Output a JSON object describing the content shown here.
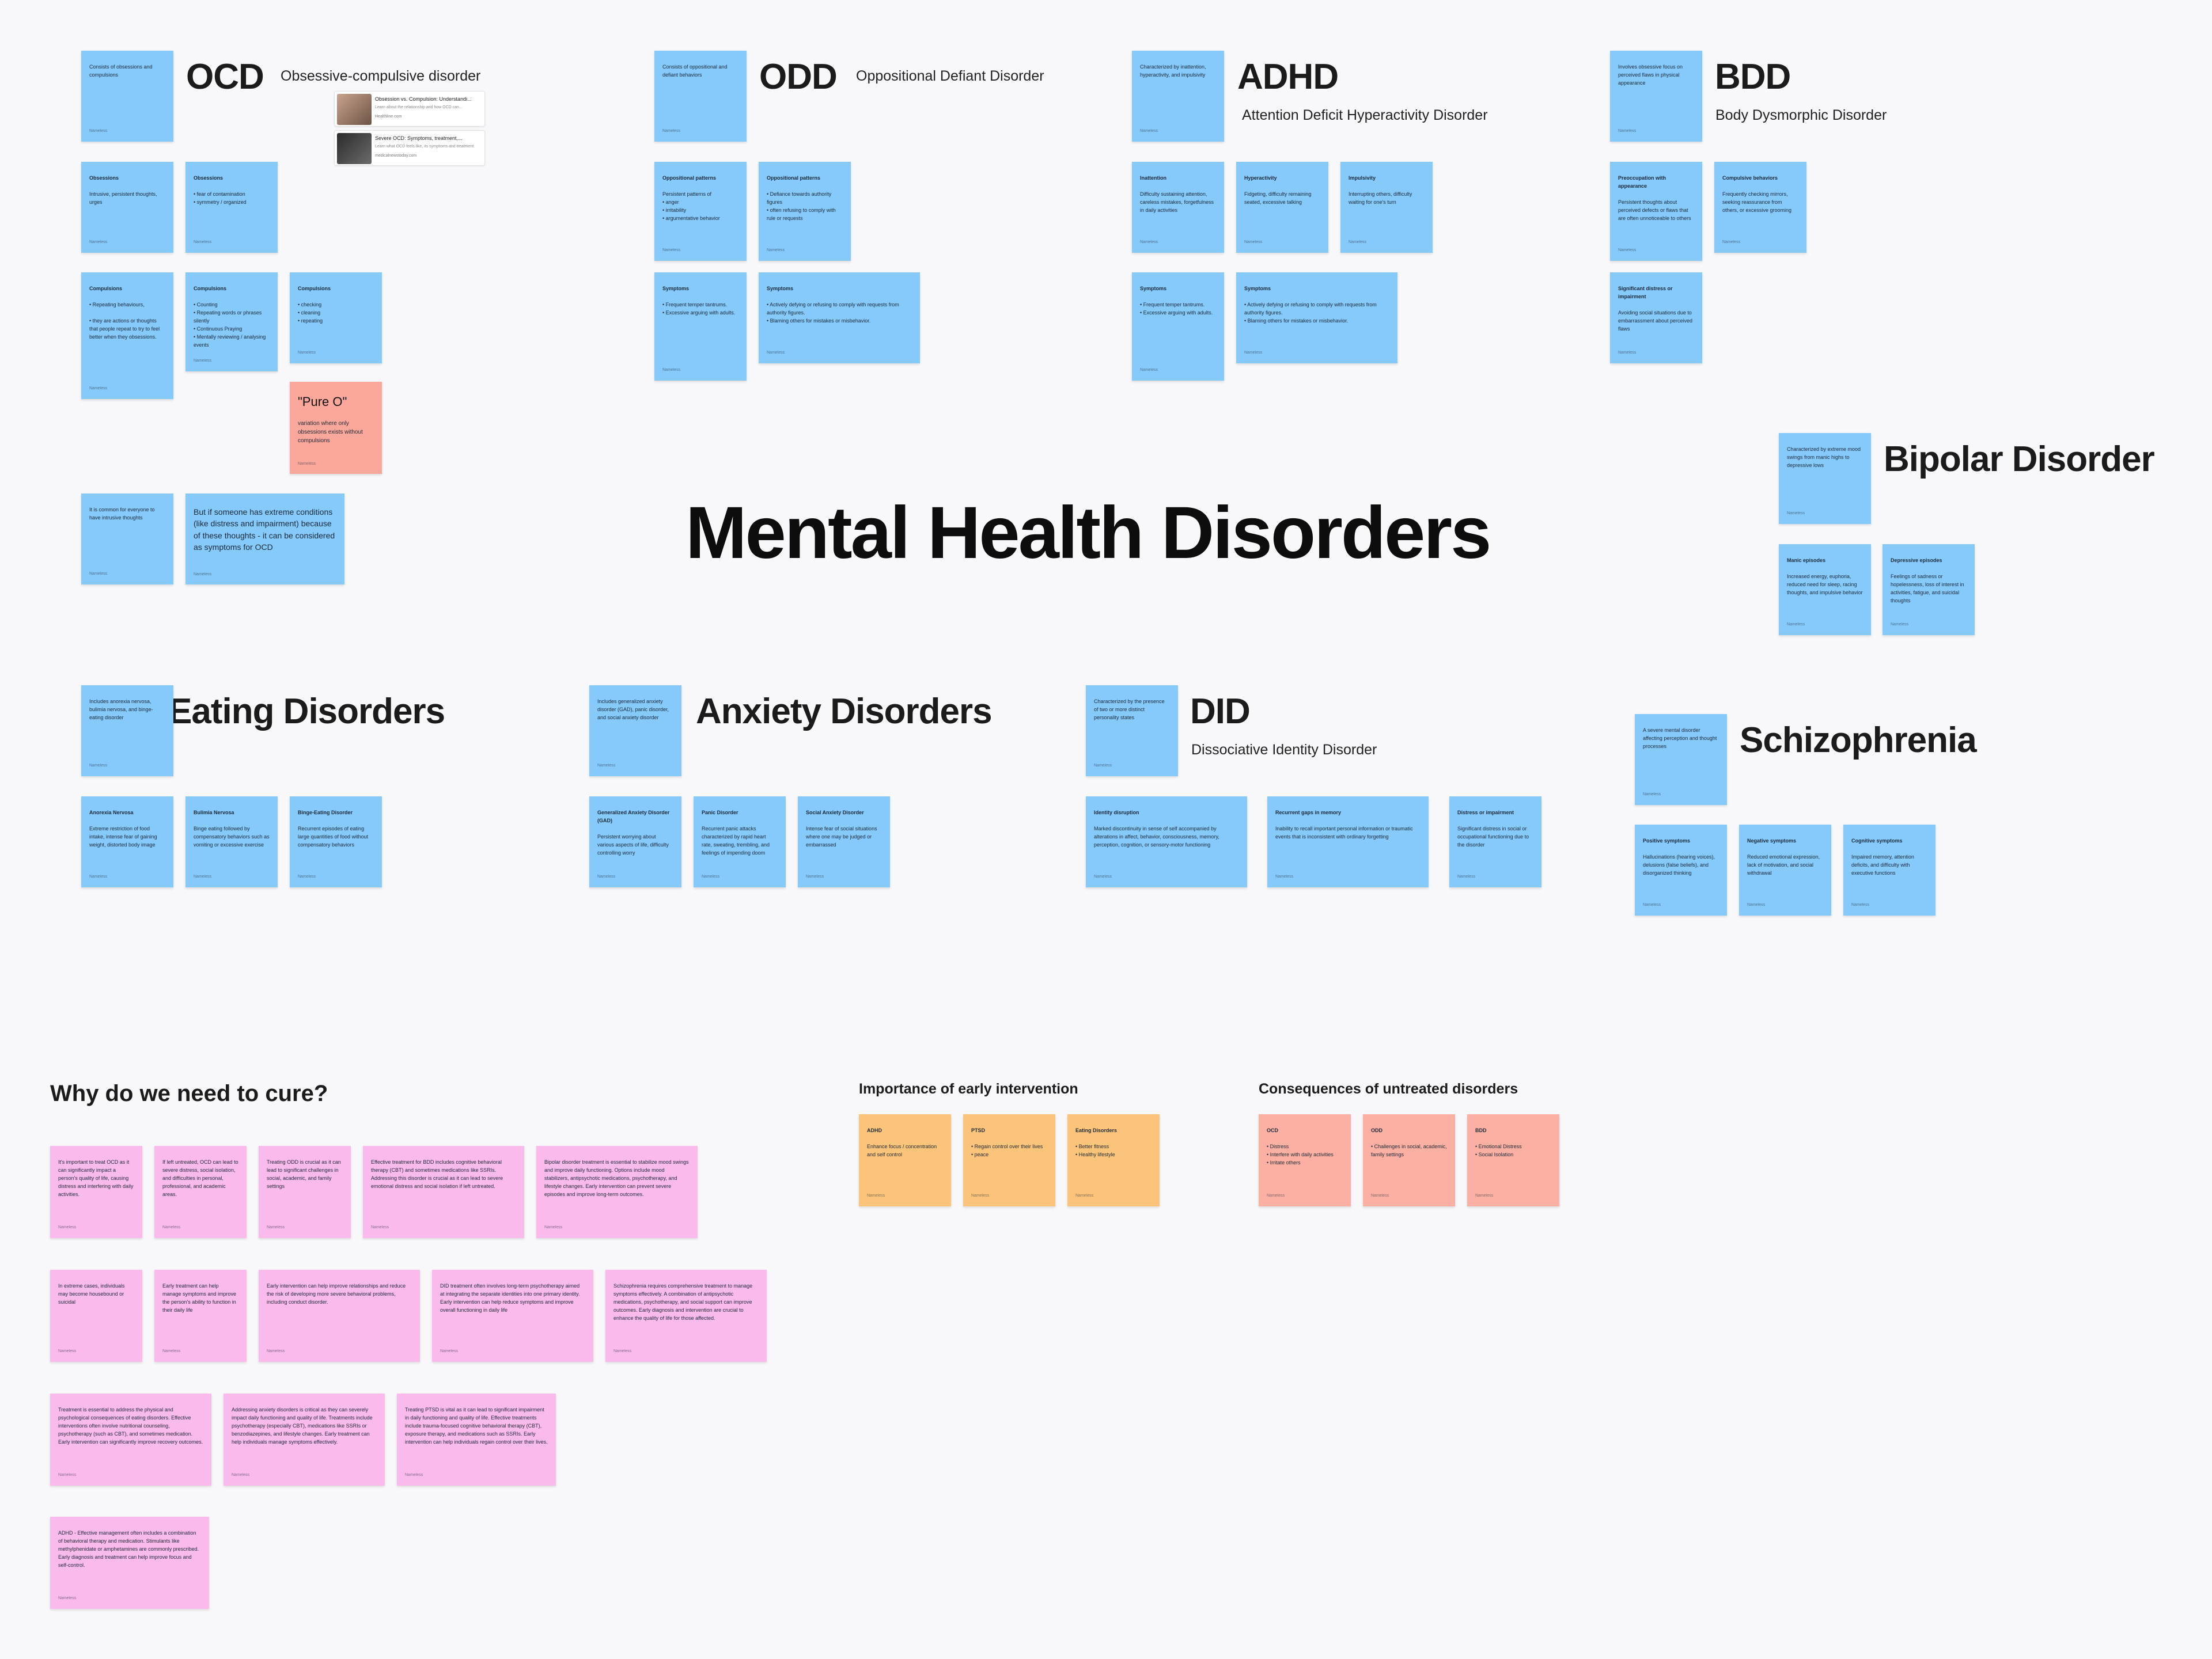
{
  "board": {
    "main_title": "Mental Health Disorders",
    "author_label": "Nameless"
  },
  "ocd": {
    "heading": "OCD",
    "subtitle": "Obsessive-compulsive disorder",
    "overview": "Consists of obsessions and compulsions",
    "links": [
      {
        "title": "Obsession vs. Compulsion: Understandi...",
        "desc": "Learn about the relationship and how OCD can...",
        "site": "Healthline.com"
      },
      {
        "title": "Severe OCD: Symptoms, treatment,...",
        "desc": "Learn what OCD feels like, its symptoms and treatment.",
        "site": "medicalnewstoday.com"
      }
    ],
    "obsessions_1": {
      "title": "Obsessions",
      "body": "Intrusive, persistent thoughts, urges"
    },
    "obsessions_2": {
      "title": "Obsessions",
      "body": "• fear of contamination\n• symmetry / organized"
    },
    "compulsions_1": {
      "title": "Compulsions",
      "body": "• Repeating behaviours,\n\n• they are actions or thoughts that people repeat to try to feel better when they obsessions."
    },
    "compulsions_2": {
      "title": "Compulsions",
      "body": "• Counting\n• Repeating words or phrases silently\n• Continuous Praying\n• Mentally reviewing / analysing events"
    },
    "compulsions_3": {
      "title": "Compulsions",
      "body": "• checking\n• cleaning\n• repeating"
    },
    "pure_o": {
      "title": "\"Pure O\"",
      "body": "variation where only obsessions exists without compulsions"
    },
    "common": {
      "body": "It is common for everyone to have intrusive thoughts"
    },
    "extreme": {
      "body": "But if someone has extreme conditions (like distress and impairment) because of these thoughts - it can be considered as symptoms for OCD"
    }
  },
  "odd": {
    "heading": "ODD",
    "subtitle": "Oppositional Defiant Disorder",
    "overview": "Consists of oppositional and defiant behaviors",
    "patterns_1": {
      "title": "Oppositional patterns",
      "body": "Persistent patterns of\n• anger\n• irritability\n• argumentative behavior"
    },
    "patterns_2": {
      "title": "Oppositional patterns",
      "body": "• Defiance towards authority figures\n• often refusing to comply with rule or requests"
    },
    "symptoms_1": {
      "title": "Symptoms",
      "body": "• Frequent temper tantrums.\n• Excessive arguing with adults."
    },
    "symptoms_2": {
      "title": "Symptoms",
      "body": "• Actively defying or refusing to comply with requests from authority figures.\n• Blaming others for mistakes or misbehavior."
    }
  },
  "adhd": {
    "heading": "ADHD",
    "subtitle": "Attention Deficit Hyperactivity Disorder",
    "overview": "Characterized by inattention, hyperactivity, and impulsivity",
    "inattention": {
      "title": "Inattention",
      "body": "Difficulty sustaining attention, careless mistakes, forgetfulness in daily activities"
    },
    "hyperactivity": {
      "title": "Hyperactivity",
      "body": "Fidgeting, difficulty remaining seated, excessive talking"
    },
    "impulsivity": {
      "title": "Impulsivity",
      "body": "Interrupting others, difficulty waiting for one's turn"
    },
    "symptoms_1": {
      "title": "Symptoms",
      "body": "• Frequent temper tantrums.\n• Excessive arguing with adults."
    },
    "symptoms_2": {
      "title": "Symptoms",
      "body": "• Actively defying or refusing to comply with requests from authority figures.\n• Blaming others for mistakes or misbehavior."
    }
  },
  "bdd": {
    "heading": "BDD",
    "subtitle": "Body Dysmorphic Disorder",
    "overview": "Involves obsessive focus on perceived flaws in physical appearance",
    "preoccupation": {
      "title": "Preoccupation with appearance",
      "body": "Persistent thoughts about perceived defects or flaws that are often unnoticeable to others"
    },
    "compulsive": {
      "title": "Compulsive behaviors",
      "body": "Frequently checking mirrors, seeking reassurance from others, or excessive grooming"
    },
    "distress": {
      "title": "Significant distress or impairment",
      "body": "Avoiding social situations due to embarrassment about perceived flaws"
    }
  },
  "bipolar": {
    "heading": "Bipolar Disorder",
    "overview": "Characterized by extreme mood swings from manic highs to depressive lows",
    "manic": {
      "title": "Manic episodes",
      "body": "Increased energy, euphoria, reduced need for sleep, racing thoughts, and impulsive behavior"
    },
    "depressive": {
      "title": "Depressive episodes",
      "body": "Feelings of sadness or hopelessness, loss of interest in activities, fatigue, and suicidal thoughts"
    }
  },
  "eating": {
    "heading": "Eating Disorders",
    "overview": "Includes anorexia nervosa, bulimia nervosa, and binge-eating disorder",
    "anorexia": {
      "title": "Anorexia Nervosa",
      "body": "Extreme restriction of food intake, intense fear of gaining weight, distorted body image"
    },
    "bulimia": {
      "title": "Bulimia Nervosa",
      "body": "Binge eating followed by compensatory behaviors such as vomiting or excessive exercise"
    },
    "binge": {
      "title": "Binge-Eating Disorder",
      "body": "Recurrent episodes of eating large quantities of food without compensatory behaviors"
    }
  },
  "anxiety": {
    "heading": "Anxiety Disorders",
    "overview": "Includes generalized anxiety disorder (GAD), panic disorder, and social anxiety disorder",
    "gad": {
      "title": "Generalized Anxiety Disorder (GAD)",
      "body": "Persistent worrying about various aspects of life, difficulty controlling worry"
    },
    "panic": {
      "title": "Panic Disorder",
      "body": "Recurrent panic attacks characterized by rapid heart rate, sweating, trembling, and feelings of impending doom"
    },
    "social": {
      "title": "Social Anxiety Disorder",
      "body": "Intense fear of social situations where one may be judged or embarrassed"
    }
  },
  "did": {
    "heading": "DID",
    "subtitle": "Dissociative Identity Disorder",
    "overview": "Characterized by the presence of two or more distinct personality states",
    "identity": {
      "title": "Identity disruption",
      "body": "Marked discontinuity in sense of self accompanied by alterations in affect, behavior, consciousness, memory, perception, cognition, or sensory-motor functioning"
    },
    "memory": {
      "title": "Recurrent gaps in memory",
      "body": "Inability to recall important personal information or traumatic events that is inconsistent with ordinary forgetting"
    },
    "distress": {
      "title": "Distress or impairment",
      "body": "Significant distress in social or occupational functioning due to the disorder"
    }
  },
  "schizo": {
    "heading": "Schizophrenia",
    "overview": "A severe mental disorder affecting perception and thought processes",
    "positive": {
      "title": "Positive symptoms",
      "body": "Hallucinations (hearing voices), delusions (false beliefs), and disorganized thinking"
    },
    "negative": {
      "title": "Negative symptoms",
      "body": "Reduced emotional expression, lack of motivation, and social withdrawal"
    },
    "cognitive": {
      "title": "Cognitive symptoms",
      "body": "Impaired memory, attention deficits, and difficulty with executive functions"
    }
  },
  "cure": {
    "heading": "Why do we need to cure?",
    "notes": [
      "It's important to treat OCD as it can significantly impact a person's quality of life, causing distress and interfering with daily activities.",
      "If left untreated, OCD can lead to severe distress, social isolation, and difficulties in personal, professional, and academic areas.",
      "Treating ODD is crucial as it can lead to significant challenges in social, academic, and family settings",
      "Effective treatment for BDD includes cognitive behavioral therapy (CBT) and sometimes medications like SSRIs. Addressing this disorder is crucial as it can lead to severe emotional distress and social isolation if left untreated.",
      "Bipolar disorder treatment is essential to stabilize mood swings and improve daily functioning. Options include mood stabilizers, antipsychotic medications, psychotherapy, and lifestyle changes. Early intervention can prevent severe episodes and improve long-term outcomes.",
      "In extreme cases, individuals may become housebound or suicidal",
      "Early treatment can help manage symptoms and improve the person's ability to function in their daily life",
      "Early intervention can help improve relationships and reduce the risk of developing more severe behavioral problems, including conduct disorder.",
      "DID treatment often involves long-term psychotherapy aimed at integrating the separate identities into one primary identity. Early intervention can help reduce symptoms and improve overall functioning in daily life",
      "Schizophrenia requires comprehensive treatment to manage symptoms effectively. A combination of antipsychotic medications, psychotherapy, and social support can improve outcomes. Early diagnosis and intervention are crucial to enhance the quality of life for those affected.",
      "Treatment is essential to address the physical and psychological consequences of eating disorders. Effective interventions often involve nutritional counseling, psychotherapy (such as CBT), and sometimes medication. Early intervention can significantly improve recovery outcomes.",
      "Addressing anxiety disorders is critical as they can severely impact daily functioning and quality of life. Treatments include psychotherapy (especially CBT), medications like SSRIs or benzodiazepines, and lifestyle changes. Early treatment can help individuals manage symptoms effectively.",
      "Treating PTSD is vital as it can lead to significant impairment in daily functioning and quality of life. Effective treatments include trauma-focused cognitive behavioral therapy (CBT), exposure therapy, and medications such as SSRIs. Early intervention can help individuals regain control over their lives.",
      "ADHD - Effective management often includes a combination of behavioral therapy and medication. Stimulants like methylphenidate or amphetamines are commonly prescribed. Early diagnosis and treatment can help improve focus and self-control."
    ]
  },
  "early": {
    "heading": "Importance of early intervention",
    "notes": [
      {
        "title": "ADHD",
        "body": "Enhance focus / concentration  and self control"
      },
      {
        "title": "PTSD",
        "body": "• Regain control over their lives\n• peace"
      },
      {
        "title": "Eating Disorders",
        "body": "• Better fitness\n• Healthy lifestyle"
      }
    ]
  },
  "untreated": {
    "heading": "Consequences of untreated disorders",
    "notes": [
      {
        "title": "OCD",
        "body": "• Distress\n• Interfere with daily activities\n• Irritate others"
      },
      {
        "title": "ODD",
        "body": "• Challenges in social, academic, family settings"
      },
      {
        "title": "BDD",
        "body": "• Emotional Distress\n• Social Isolation"
      }
    ]
  }
}
